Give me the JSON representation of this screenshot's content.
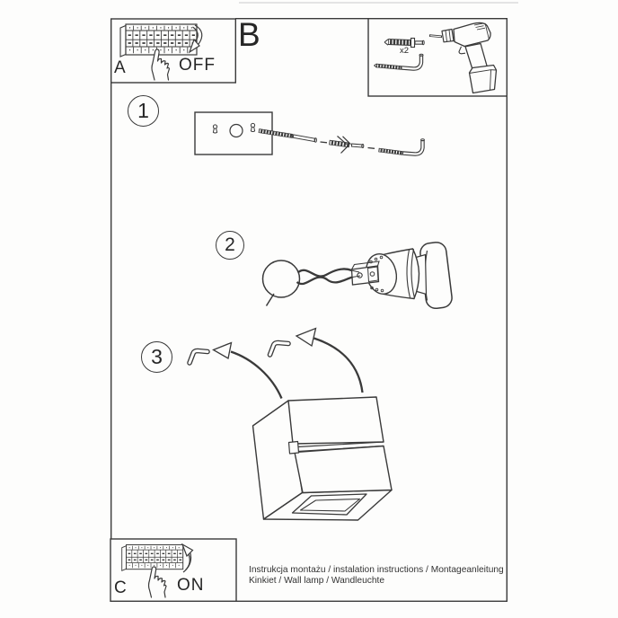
{
  "page": {
    "background_color": "#fdfdfc",
    "ink_color": "#3a3a3a"
  },
  "boxes": {
    "a": {
      "label": "A",
      "state": "OFF"
    },
    "b": {
      "label": "B"
    },
    "c": {
      "label": "C",
      "state": "ON"
    },
    "parts": {
      "anchor_quantity": "x2"
    }
  },
  "steps": {
    "one": "1",
    "two": "2",
    "three": "3"
  },
  "icons": {
    "fuse_box": "circuit-breaker-panel",
    "hand": "pointing-hand",
    "drill": "cordless-drill",
    "anchor": "wall-plug",
    "hook": "hook-screw",
    "lamp": "cube-wall-lamp",
    "socket": "lamp-socket-with-wires"
  },
  "footer": {
    "line1": "Instrukcja montażu / instalation instructions / Montageanleitung",
    "line2": "Kinkiet / Wall lamp / Wandleuchte"
  }
}
